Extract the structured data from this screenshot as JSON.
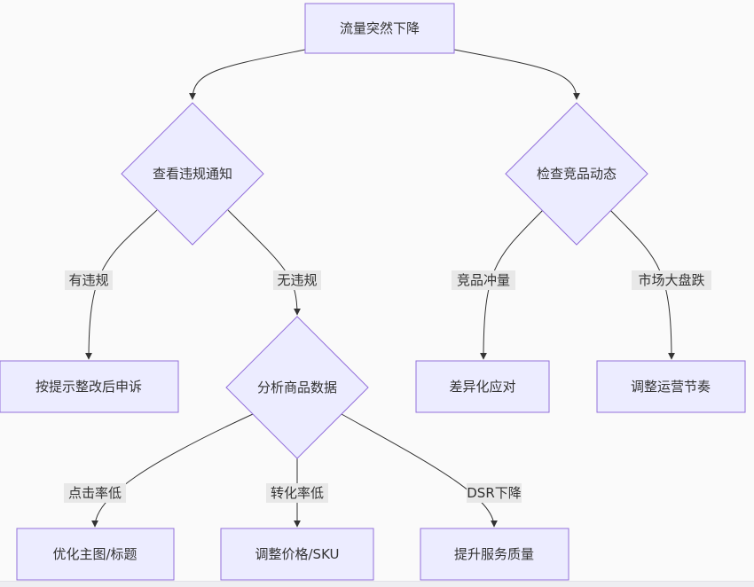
{
  "colors": {
    "node_fill": "#ECECFF",
    "node_stroke": "#9370DB",
    "edge": "#333333",
    "label_bg": "#e8e8e8"
  },
  "nodes": {
    "root": "流量突然下降",
    "check_violation": "查看违规通知",
    "check_competitor": "检查竞品动态",
    "appeal": "按提示整改后申诉",
    "analyze": "分析商品数据",
    "differentiate": "差异化应对",
    "adjust_pace": "调整运营节奏",
    "optimize_image": "优化主图/标题",
    "adjust_price": "调整价格/SKU",
    "improve_service": "提升服务质量"
  },
  "edge_labels": {
    "has_violation": "有违规",
    "no_violation": "无违规",
    "competitor_push": "竞品冲量",
    "market_drop": "市场大盘跌",
    "low_ctr": "点击率低",
    "low_conversion": "转化率低",
    "dsr_drop": "DSR下降"
  }
}
